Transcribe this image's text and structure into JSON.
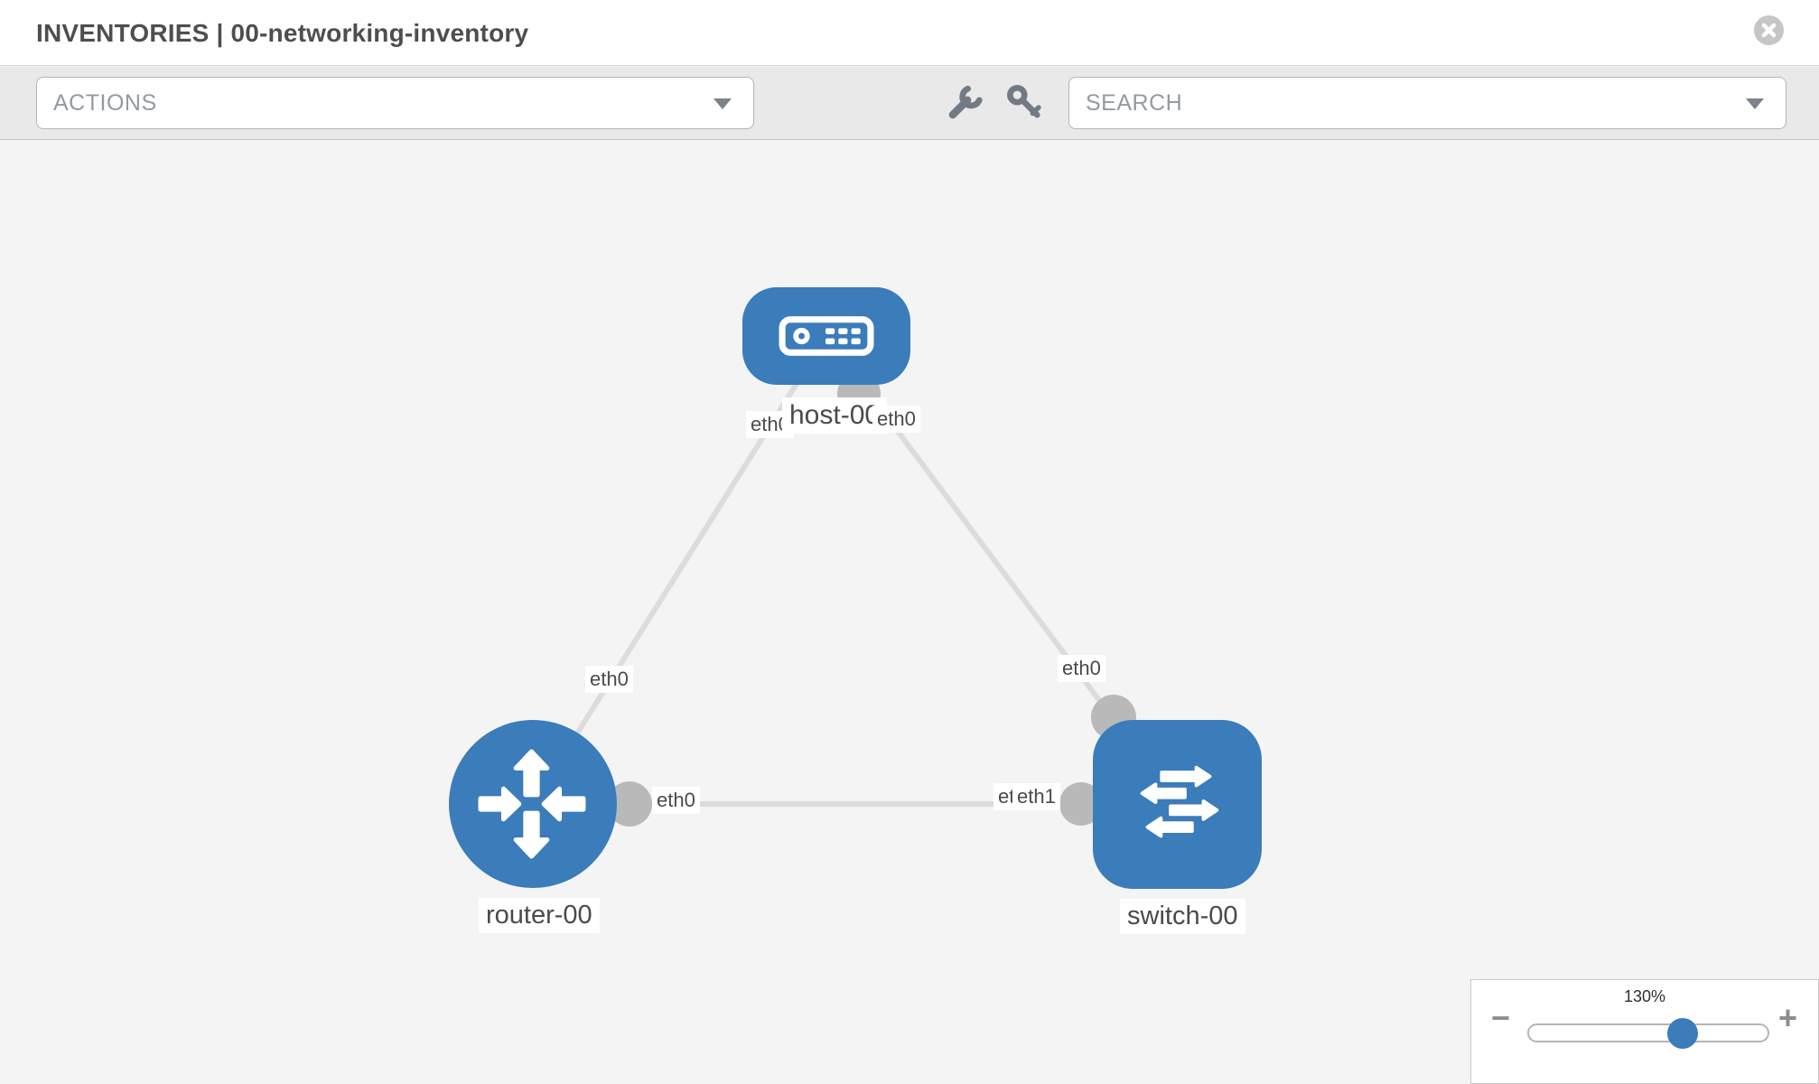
{
  "header": {
    "title": "INVENTORIES | 00-networking-inventory"
  },
  "toolbar": {
    "actions_label": "ACTIONS",
    "search_label": "SEARCH",
    "icons": [
      "wrench-icon",
      "key-icon"
    ]
  },
  "topology": {
    "nodes": [
      {
        "id": "host-00",
        "label": "host-00",
        "type": "host"
      },
      {
        "id": "router-00",
        "label": "router-00",
        "type": "router"
      },
      {
        "id": "switch-00",
        "label": "switch-00",
        "type": "switch"
      }
    ],
    "links": [
      {
        "from": "host-00",
        "to": "router-00",
        "from_interface": "eth0",
        "to_interface": "eth0"
      },
      {
        "from": "host-00",
        "to": "switch-00",
        "from_interface": "eth0",
        "to_interface": "eth0"
      },
      {
        "from": "router-00",
        "to": "switch-00",
        "from_interface": "eth0",
        "to_interface": "eth1",
        "to_interface_overlapped": "eth0"
      }
    ]
  },
  "zoom_control": {
    "value": "130%",
    "minus_label": "−",
    "plus_label": "+"
  },
  "colors": {
    "node_blue": "#3b7cba",
    "link_gray": "#dcdcdc",
    "interface_dot_gray": "#b9b9b9",
    "toolbar_bg": "#e9e9e9",
    "canvas_bg": "#f4f4f4"
  }
}
